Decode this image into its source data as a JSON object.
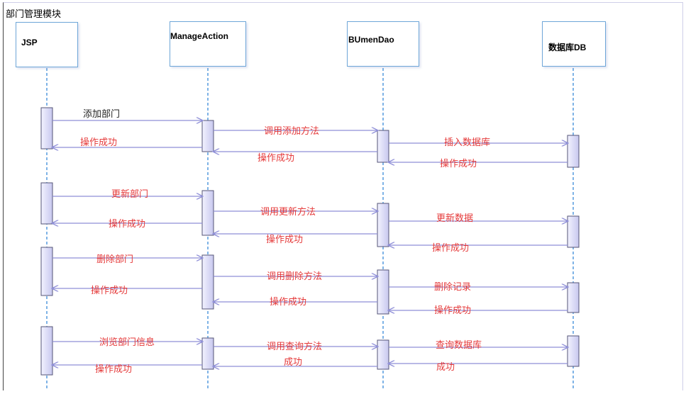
{
  "frame_title": "部门管理模块",
  "lifelines": [
    {
      "id": "jsp",
      "label": "JSP"
    },
    {
      "id": "action",
      "label": "ManageAction"
    },
    {
      "id": "dao",
      "label": "BUmenDao"
    },
    {
      "id": "db",
      "label": "数据库DB"
    }
  ],
  "messages": {
    "add_request": "添加部门",
    "add_call": "调用添加方法",
    "add_db": "插入数据库",
    "add_db_reply": "操作成功",
    "add_dao_reply": "操作成功",
    "add_action_reply": "操作成功",
    "update_request": "更新部门",
    "update_call": "调用更新方法",
    "update_db": "更新数据",
    "update_db_reply": "操作成功",
    "update_dao_reply": "操作成功",
    "update_action_reply": "操作成功",
    "delete_request": "删除部门",
    "delete_call": "调用删除方法",
    "delete_db": "删除记录",
    "delete_db_reply": "操作成功",
    "delete_dao_reply": "操作成功",
    "delete_action_reply": "操作成功",
    "query_request": "浏览部门信息",
    "query_call": "调用查询方法",
    "query_db": "查询数据库",
    "query_db_reply": "成功",
    "query_dao_reply": "成功",
    "query_action_reply": "操作成功"
  },
  "colors": {
    "label_red": "#e53a3a",
    "arrow": "#8f8fd8",
    "activation_fill": "#dcdcf5",
    "activation_border": "#555577",
    "lifeline_dash": "#3a8ad8",
    "box_border": "#6ea6d8"
  }
}
